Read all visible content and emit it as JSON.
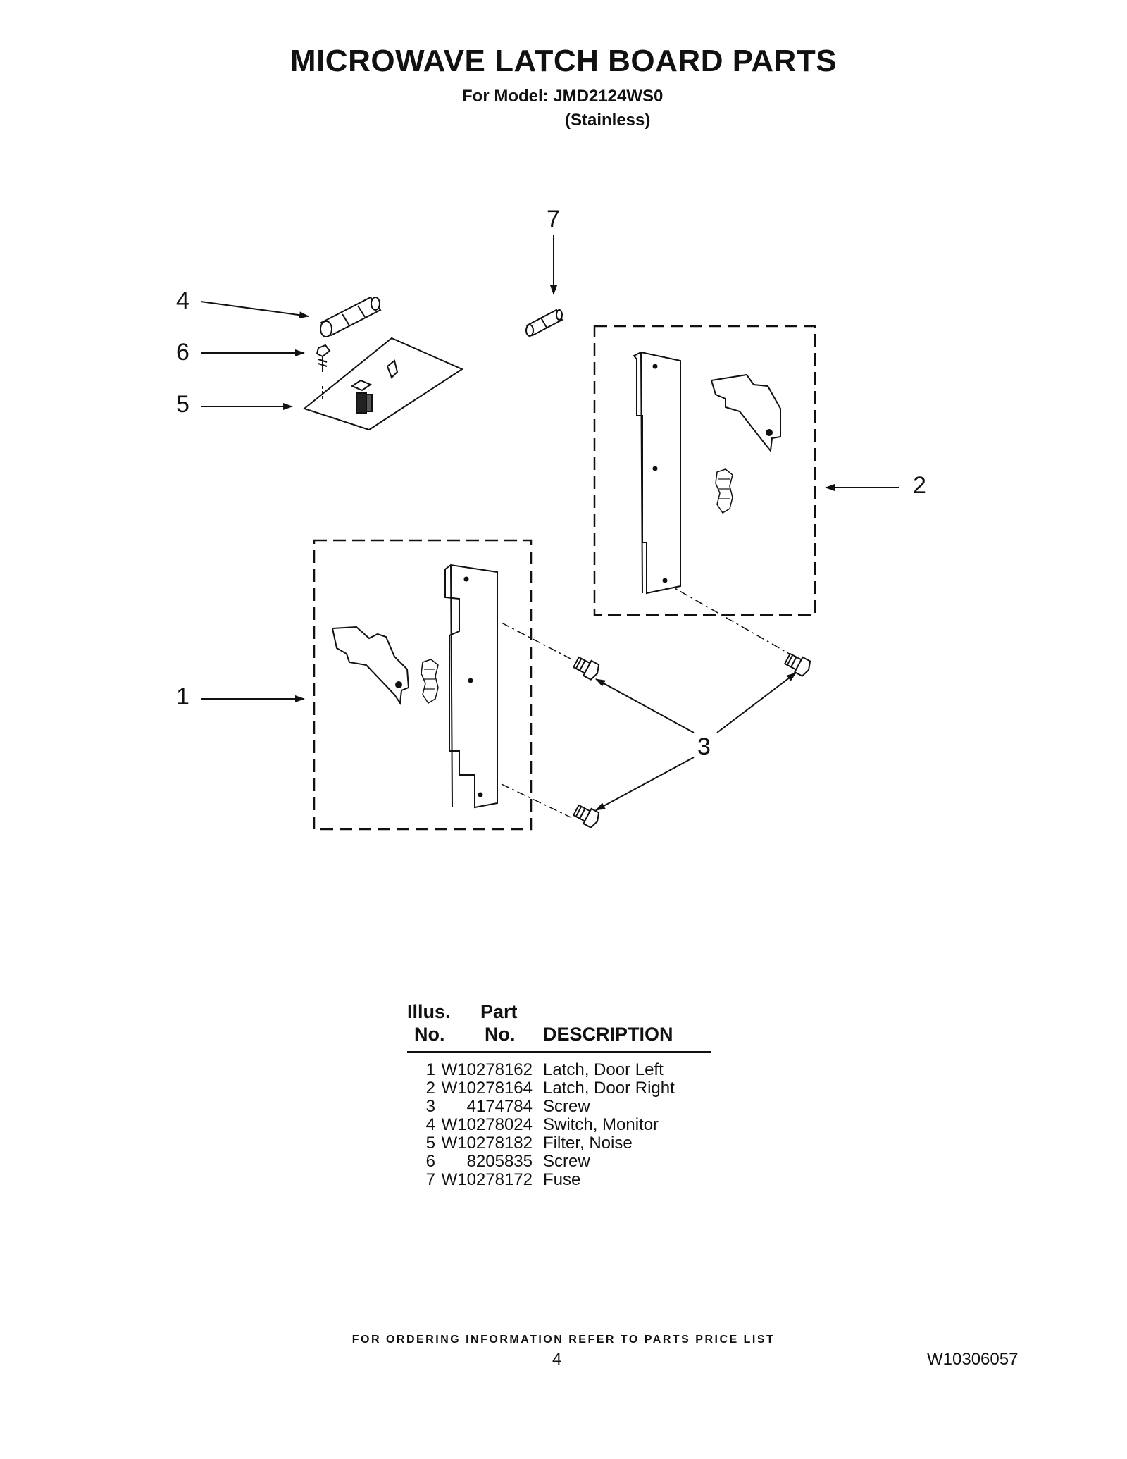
{
  "header": {
    "title": "MICROWAVE LATCH BOARD PARTS",
    "model_line": "For Model: JMD2124WS0",
    "finish": "(Stainless)"
  },
  "diagram": {
    "callouts": [
      "1",
      "2",
      "3",
      "4",
      "5",
      "6",
      "7"
    ]
  },
  "parts_table": {
    "headers": {
      "illus_top": "Illus.",
      "illus_bottom": "No.",
      "part_top": "Part",
      "part_bottom": "No.",
      "description": "DESCRIPTION"
    },
    "rows": [
      {
        "illus": "1",
        "part": "W10278162",
        "description": "Latch, Door Left"
      },
      {
        "illus": "2",
        "part": "W10278164",
        "description": "Latch, Door Right"
      },
      {
        "illus": "3",
        "part": "4174784",
        "description": "Screw"
      },
      {
        "illus": "4",
        "part": "W10278024",
        "description": "Switch, Monitor"
      },
      {
        "illus": "5",
        "part": "W10278182",
        "description": "Filter, Noise"
      },
      {
        "illus": "6",
        "part": "8205835",
        "description": "Screw"
      },
      {
        "illus": "7",
        "part": "W10278172",
        "description": "Fuse"
      }
    ]
  },
  "footer": {
    "note": "FOR ORDERING INFORMATION REFER TO PARTS PRICE LIST",
    "page_number": "4",
    "document_number": "W10306057"
  }
}
